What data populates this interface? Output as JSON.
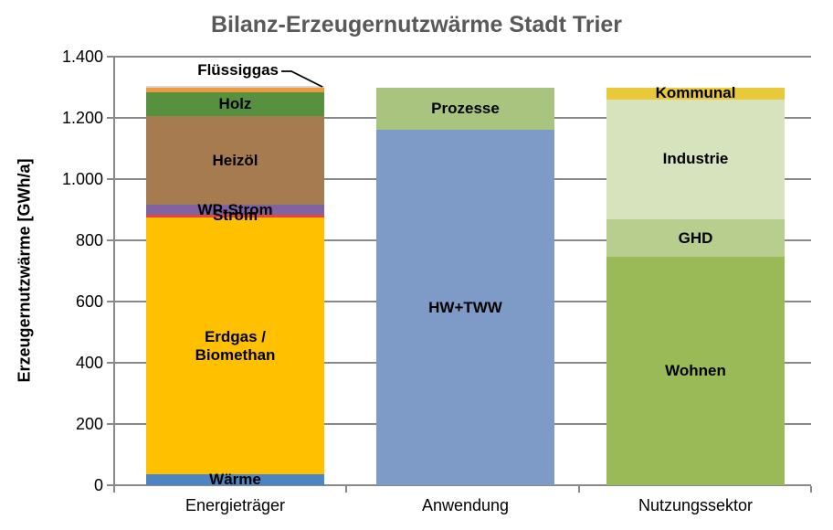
{
  "chart_data": {
    "type": "bar",
    "stacked": true,
    "title": "Bilanz-Erzeugernutzwärme Stadt Trier",
    "ylabel": "Erzeugernutzwärme [GWh/a]",
    "ylim": [
      0,
      1400
    ],
    "grid": true,
    "legend": "none (labels inside bars)",
    "yticks": [
      {
        "value": 0,
        "label": "0"
      },
      {
        "value": 200,
        "label": "200"
      },
      {
        "value": 400,
        "label": "400"
      },
      {
        "value": 600,
        "label": "600"
      },
      {
        "value": 800,
        "label": "800"
      },
      {
        "value": 1000,
        "label": "1.000"
      },
      {
        "value": 1200,
        "label": "1.200"
      },
      {
        "value": 1400,
        "label": "1.400"
      }
    ],
    "categories": [
      "Energieträger",
      "Anwendung",
      "Nutzungssektor"
    ],
    "bars": [
      {
        "category": "Energieträger",
        "total": 1300,
        "segments": [
          {
            "label": "Wärme",
            "value": 35,
            "color": "#4D85C4"
          },
          {
            "label": "Erdgas /\nBiomethan",
            "value": 840,
            "color": "#FFC000"
          },
          {
            "label": "Strom",
            "value": 10,
            "color": "#E8453C"
          },
          {
            "label": "WP-Strom",
            "value": 30,
            "color": "#8064A2"
          },
          {
            "label": "Heizöl",
            "value": 290,
            "color": "#A67B50"
          },
          {
            "label": "Holz",
            "value": 80,
            "color": "#579140"
          },
          {
            "label": "Flüssiggas",
            "value": 15,
            "color": "#F0993D",
            "callout": true
          }
        ]
      },
      {
        "category": "Anwendung",
        "total": 1300,
        "segments": [
          {
            "label": "HW+TWW",
            "value": 1160,
            "color": "#7E9BC8"
          },
          {
            "label": "Prozesse",
            "value": 140,
            "color": "#A9C47E"
          }
        ]
      },
      {
        "category": "Nutzungssektor",
        "total": 1300,
        "segments": [
          {
            "label": "Wohnen",
            "value": 745,
            "color": "#99BA57"
          },
          {
            "label": "GHD",
            "value": 125,
            "color": "#B7CE8F"
          },
          {
            "label": "Industrie",
            "value": 390,
            "color": "#D7E3BC"
          },
          {
            "label": "Kommunal",
            "value": 40,
            "color": "#E9C93A"
          }
        ]
      }
    ],
    "colors": {
      "title_text": "#595959",
      "axis_and_grid": "#898989",
      "label_text": "#000000"
    }
  }
}
